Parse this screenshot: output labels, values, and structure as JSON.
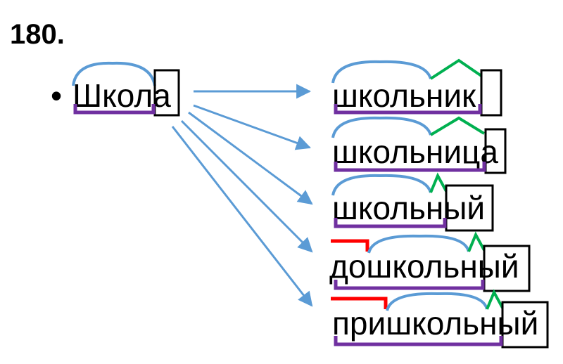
{
  "exercise": {
    "number": "180.",
    "bullet": "•"
  },
  "source": {
    "word": "Школа",
    "root": "Школ",
    "ending": "а"
  },
  "derived_words": [
    {
      "word": "школьник",
      "prefix": "",
      "root": "школ",
      "suffix": "ьник",
      "ending": ""
    },
    {
      "word": "школьница",
      "prefix": "",
      "root": "школ",
      "suffix": "ьниц",
      "ending": "а"
    },
    {
      "word": "школьный",
      "prefix": "",
      "root": "школ",
      "suffix": "ьн",
      "ending": "ый"
    },
    {
      "word": "дошкольный",
      "prefix": "до",
      "root": "школ",
      "suffix": "ьн",
      "ending": "ый"
    },
    {
      "word": "пришкольный",
      "prefix": "при",
      "root": "школ",
      "suffix": "ьн",
      "ending": "ый"
    }
  ],
  "colors": {
    "arrow": "#5b9bd5",
    "root_arc": "#5b9bd5",
    "stem_underline": "#7030a0",
    "suffix_mark": "#00b050",
    "prefix_mark": "#ff0000",
    "ending_box": "#000000"
  }
}
